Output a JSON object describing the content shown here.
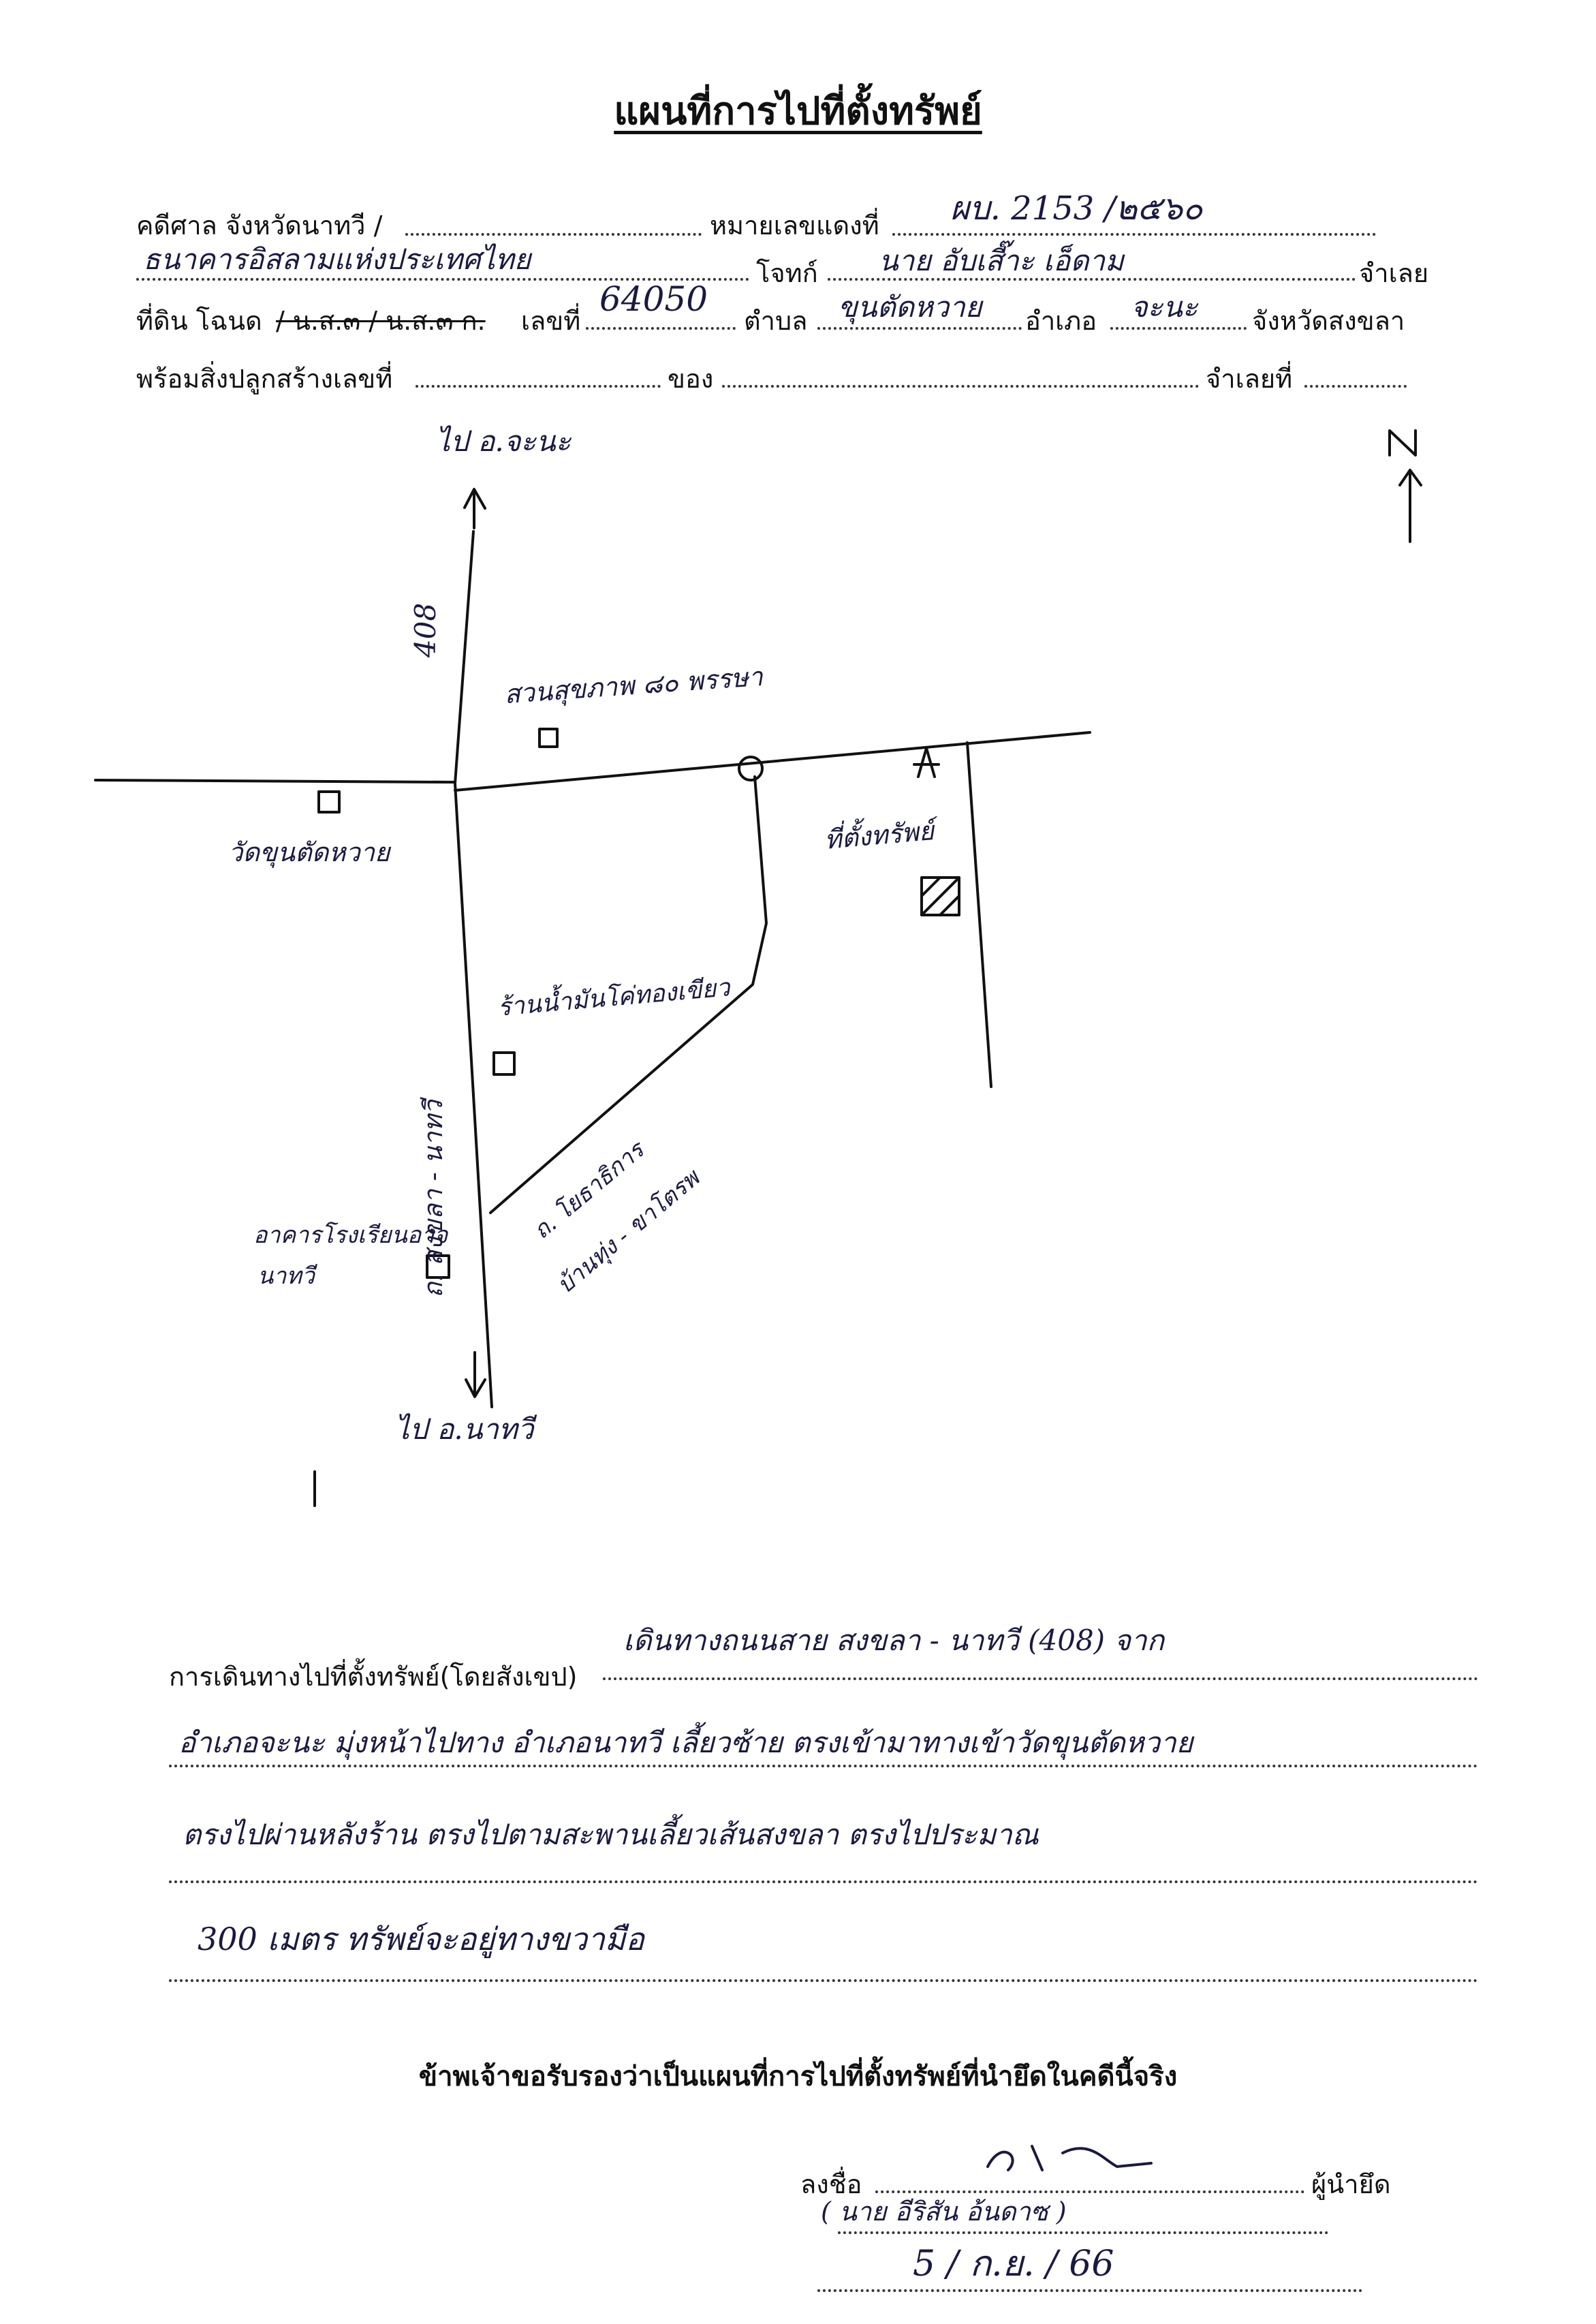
{
  "title": "แผนที่การไปที่ตั้งทรัพย์",
  "header": {
    "court_label": "คดีศาล จังหวัดนาทวี /",
    "red_case_label": "หมายเลขแดงที่",
    "red_case_value": "ผบ. 2153 /๒๕๖๐",
    "plaintiff_value": "ธนาคารอิสลามแห่งประเทศไทย",
    "plaintiff_label": "โจทก์",
    "defendant_value": "นาย อับเสี๊าะ เอ็ดาม",
    "defendant_label": "จำเลย",
    "land_label": "ที่ดิน โฉนด",
    "land_types_struck": "/ น.ส.๓ / น.ส.๓ ก.",
    "number_label": "เลขที่",
    "number_value": "64050",
    "subdistrict_label": "ตำบล",
    "subdistrict_value": "ขุนตัดหวาย",
    "district_label": "อำเภอ",
    "district_value": "จะนะ",
    "province_label": "จังหวัดสงขลา",
    "building_label": "พร้อมสิ่งปลูกสร้างเลขที่",
    "of_label": "ของ",
    "defendant_no_label": "จำเลยที่"
  },
  "map": {
    "north_label": "N",
    "to_chana": "ไป อ.จะนะ",
    "to_nathawi": "ไป อ.นาทวี",
    "road_number": "408",
    "park": "สวนสุขภาพ ๘๐ พรรษา",
    "wat": "วัดขุนตัดหวาย",
    "main_road": "ถ. สงขลา - นาทวี",
    "property": "ที่ตั้งทรัพย์",
    "water_shop": "ร้านน้ำมันโค่ทองเขียว",
    "school_line1": "อาคารโรงเรียนอาจ",
    "school_line2": "นาทวี",
    "side_road_line1": "ถ. โยธาธิการ",
    "side_road_line2": "บ้านทุ่ง - ขาโตรพ"
  },
  "directions": {
    "label": "การเดินทางไปที่ตั้งทรัพย์(โดยสังเขป)",
    "line1": "เดินทางถนนสาย สงขลา - นาทวี (408) จาก",
    "line2": "อำเภอจะนะ มุ่งหน้าไปทาง อำเภอนาทวี เลี้ยวซ้าย ตรงเข้ามาทางเข้าวัดขุนตัดหวาย",
    "line3": "ตรงไปผ่านหลังร้าน ตรงไปตามสะพานเลี้ยวเส้นสงขลา ตรงไปประมาณ",
    "line4": "300 เมตร ทรัพย์จะอยู่ทางขวามือ"
  },
  "certify": "ข้าพเจ้าขอรับรองว่าเป็นแผนที่การไปที่ตั้งทรัพย์ที่นำยึดในคดีนี้จริง",
  "signature": {
    "sign_label": "ลงชื่อ",
    "role": "ผู้นำยึด",
    "name": "( นาย อีริสัน อ้นดาซ )",
    "date": "5 / ก.ย. / 66"
  }
}
